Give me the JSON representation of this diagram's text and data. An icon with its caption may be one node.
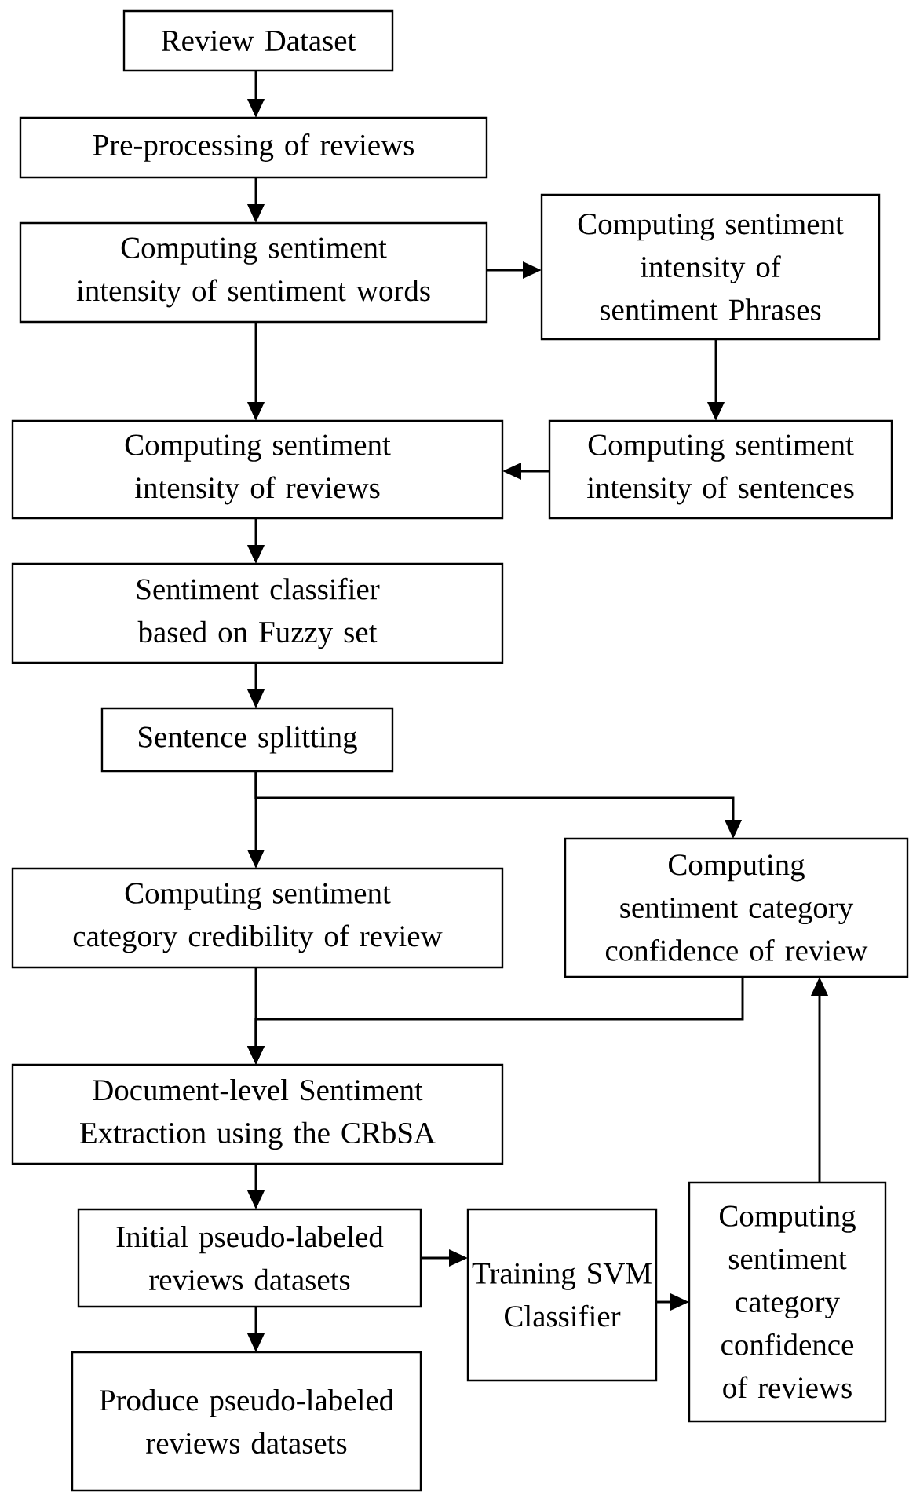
{
  "diagram": {
    "nodes": [
      {
        "text": [
          "Review Dataset"
        ]
      },
      {
        "text": [
          "Pre-processing of reviews"
        ]
      },
      {
        "text": [
          "Computing sentiment intensity of sentiment words"
        ]
      },
      {
        "text": [
          "Computing sentiment intensity of sentiment Phrases"
        ]
      },
      {
        "text": [
          "Computing sentiment intensity of reviews"
        ]
      },
      {
        "text": [
          "Computing sentiment intensity of sentences"
        ]
      },
      {
        "text": [
          "Sentiment classifier based on Fuzzy set"
        ]
      },
      {
        "text": [
          "Sentence splitting"
        ]
      },
      {
        "text": [
          "Computing sentiment category credibility of review"
        ]
      },
      {
        "text": [
          "Computing sentiment category confidence of review"
        ]
      },
      {
        "text": [
          "Document-level Sentiment Extraction using the CRbSA"
        ]
      },
      {
        "text": [
          "Initial pseudo-labeled reviews datasets"
        ]
      },
      {
        "text": [
          "Training SVM Classifier"
        ]
      },
      {
        "text": [
          "Computing sentiment category confidence of reviews"
        ]
      },
      {
        "text": [
          "Produce pseudo-labeled reviews datasets"
        ]
      }
    ],
    "edges": [
      {
        "from": 0,
        "to": 1,
        "arrow": "to"
      },
      {
        "from": 1,
        "to": 2,
        "arrow": "to"
      },
      {
        "from": 2,
        "to": 3,
        "arrow": "to"
      },
      {
        "from": 2,
        "to": 4,
        "arrow": "to"
      },
      {
        "from": 3,
        "to": 5,
        "arrow": "to"
      },
      {
        "from": 5,
        "to": 4,
        "arrow": "to"
      },
      {
        "from": 4,
        "to": 6,
        "arrow": "to"
      },
      {
        "from": 6,
        "to": 7,
        "arrow": "to"
      },
      {
        "from": 7,
        "to": 8,
        "arrow": "to"
      },
      {
        "from": 7,
        "to": 9,
        "arrow": "to"
      },
      {
        "from": 8,
        "to": 10,
        "arrow": "to"
      },
      {
        "from": 9,
        "to": 10,
        "arrow": "to"
      },
      {
        "from": 10,
        "to": 11,
        "arrow": "to"
      },
      {
        "from": 11,
        "to": 12,
        "arrow": "to"
      },
      {
        "from": 11,
        "to": 14,
        "arrow": "to"
      },
      {
        "from": 12,
        "to": 13,
        "arrow": "to"
      },
      {
        "from": 13,
        "to": 9,
        "arrow": "to"
      }
    ]
  }
}
